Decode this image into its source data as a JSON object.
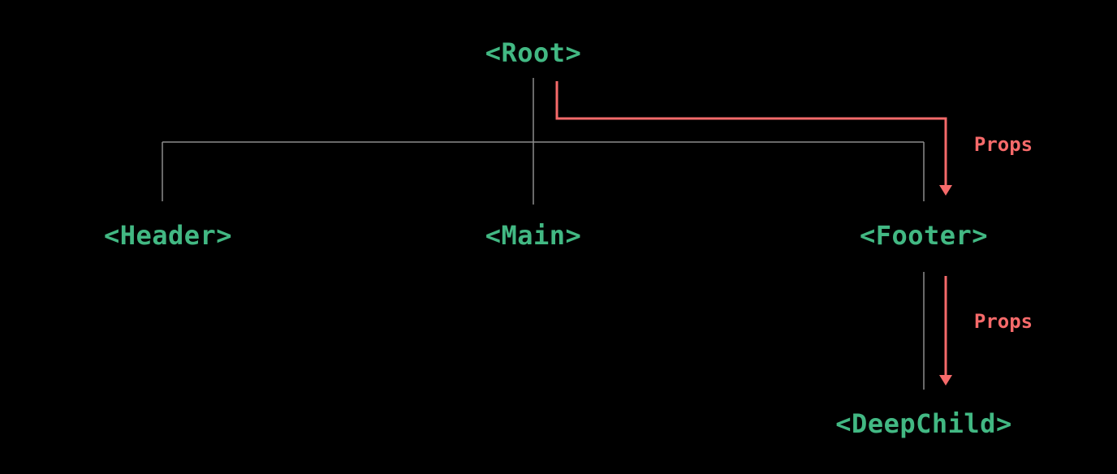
{
  "diagram": {
    "title": "component-tree-prop-drilling",
    "nodes": {
      "root": "<Root>",
      "header": "<Header>",
      "main": "<Main>",
      "footer": "<Footer>",
      "deepchild": "<DeepChild>"
    },
    "edges": [
      {
        "from": "root",
        "to": "header",
        "type": "tree-line"
      },
      {
        "from": "root",
        "to": "main",
        "type": "tree-line"
      },
      {
        "from": "root",
        "to": "footer",
        "type": "tree-line"
      },
      {
        "from": "footer",
        "to": "deepchild",
        "type": "tree-line"
      },
      {
        "from": "root",
        "to": "footer",
        "type": "props-arrow",
        "label": "Props"
      },
      {
        "from": "footer",
        "to": "deepchild",
        "type": "props-arrow",
        "label": "Props"
      }
    ],
    "labels": {
      "props_root_to_footer": "Props",
      "props_footer_to_deepchild": "Props"
    },
    "colors": {
      "node": "#42b883",
      "arrow": "#f66a6a",
      "line": "#8c8c8c",
      "background": "#000000"
    }
  }
}
